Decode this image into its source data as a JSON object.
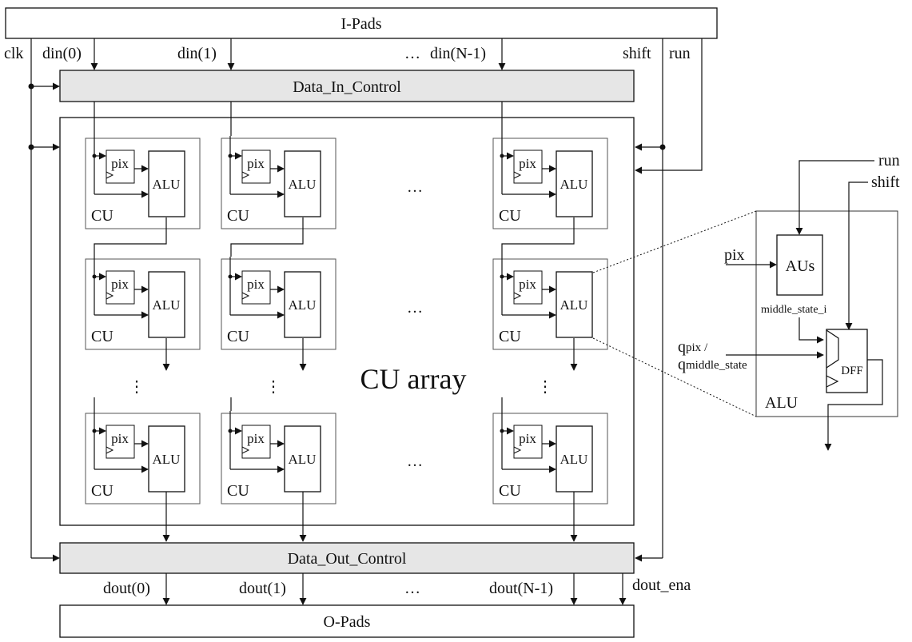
{
  "pads": {
    "input": "I-Pads",
    "output": "O-Pads"
  },
  "controls": {
    "data_in": "Data_In_Control",
    "data_out": "Data_Out_Control"
  },
  "signals": {
    "clk": "clk",
    "shift": "shift",
    "run": "run",
    "din": [
      "din(0)",
      "din(1)",
      "din(N-1)"
    ],
    "dout": [
      "dout(0)",
      "dout(1)",
      "dout(N-1)"
    ],
    "dout_ena": "dout_ena"
  },
  "array": {
    "title": "CU array",
    "cell_label": "CU",
    "pix_label": "pix",
    "alu_label": "ALU",
    "hdots": "…",
    "vdots": "⋮",
    "rows": 3,
    "cols": 3
  },
  "alu_detail": {
    "label": "ALU",
    "aus_label": "AUs",
    "dff_label": "DFF",
    "pix_input": "pix",
    "middle_state": "middle_state_i",
    "q_main_1": "q",
    "q_sub_1": "pix",
    "q_slash": "/",
    "q_main_2": "q",
    "q_sub_2": "middle_state",
    "run": "run",
    "shift": "shift"
  }
}
